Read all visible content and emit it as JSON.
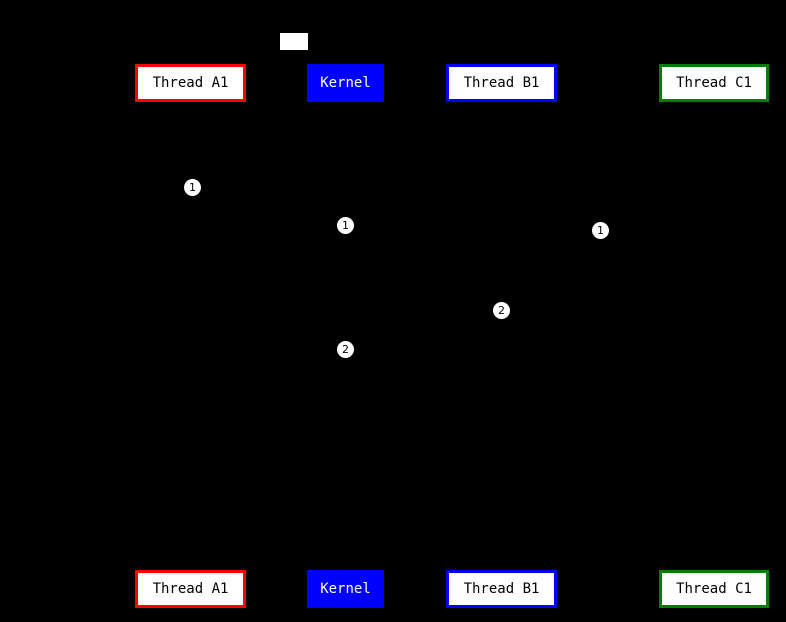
{
  "diagram": {
    "type": "sequence-diagram",
    "background_color": "#000000",
    "actors": [
      {
        "id": "thread-a1",
        "label": "Thread A1",
        "border_color": "#ff0000",
        "fill_color": "#ffffff",
        "text_color": "#000000"
      },
      {
        "id": "kernel",
        "label": "Kernel",
        "border_color": "#0000ff",
        "fill_color": "#0000ff",
        "text_color": "#ffffff"
      },
      {
        "id": "thread-b1",
        "label": "Thread B1",
        "border_color": "#0000ff",
        "fill_color": "#ffffff",
        "text_color": "#000000"
      },
      {
        "id": "thread-c1",
        "label": "Thread C1",
        "border_color": "#008000",
        "fill_color": "#ffffff",
        "text_color": "#000000"
      }
    ],
    "markers": [
      {
        "value": "1",
        "near_actor": "thread-a1"
      },
      {
        "value": "1",
        "near_actor": "kernel"
      },
      {
        "value": "1",
        "near_actor": "thread-c1"
      },
      {
        "value": "2",
        "near_actor": "thread-b1"
      },
      {
        "value": "2",
        "near_actor": "kernel"
      }
    ],
    "note": {
      "fill_color": "#ffffff",
      "text": ""
    }
  }
}
